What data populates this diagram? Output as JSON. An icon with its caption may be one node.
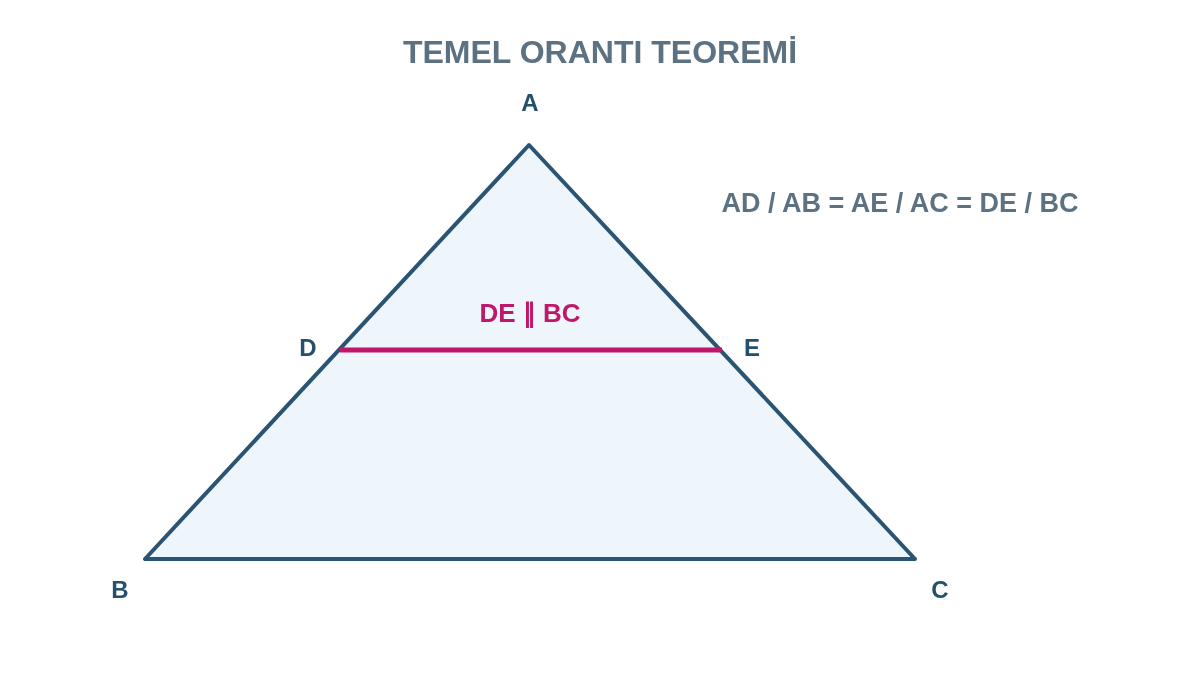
{
  "diagram": {
    "title": "TEMEL ORANTI TEOREMİ",
    "labels": [
      "A",
      "AD / AB = AE / AC = DE / BC",
      "DE ∥ BC",
      "D",
      "E",
      "B",
      "C"
    ]
  }
}
